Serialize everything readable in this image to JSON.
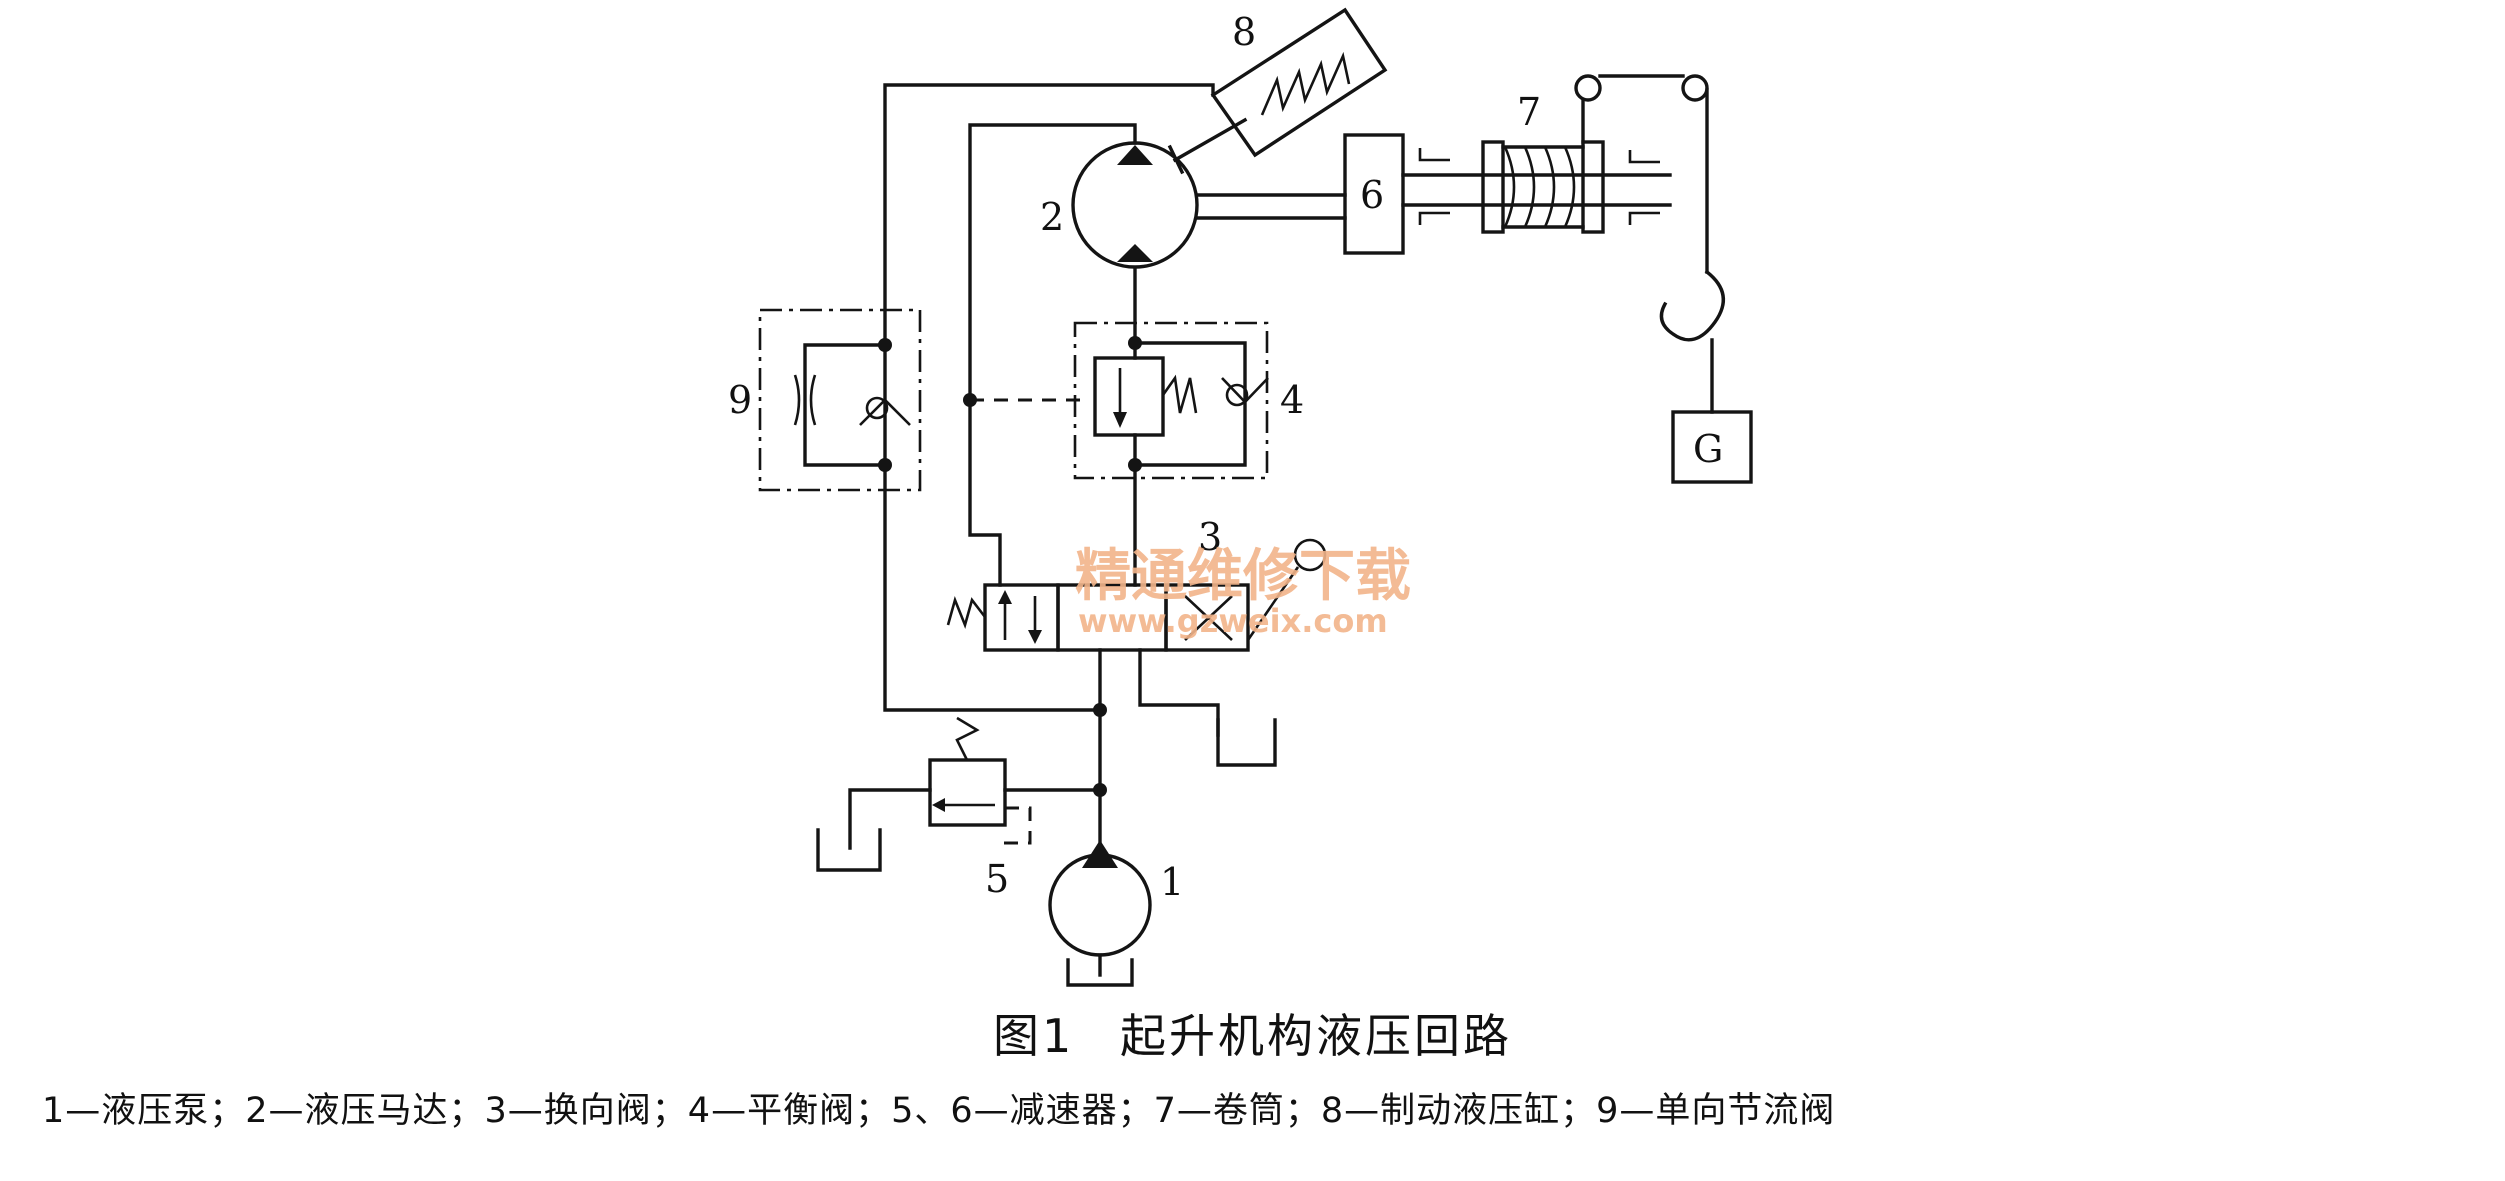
{
  "labels": {
    "n1": "1",
    "n2": "2",
    "n3": "3",
    "n4": "4",
    "n5": "5",
    "n6": "6",
    "n7": "7",
    "n8": "8",
    "n9": "9",
    "g": "G"
  },
  "watermark": {
    "cn": "精通维修下载",
    "en": "www.gzweix.com"
  },
  "caption": {
    "figure": "图1",
    "title": "起升机构液压回路"
  },
  "legend": "1—液压泵；2—液压马达；3—换向阀；4—平衡阀；5、6—减速器；7—卷筒；8—制动液压缸；9—单向节流阀"
}
